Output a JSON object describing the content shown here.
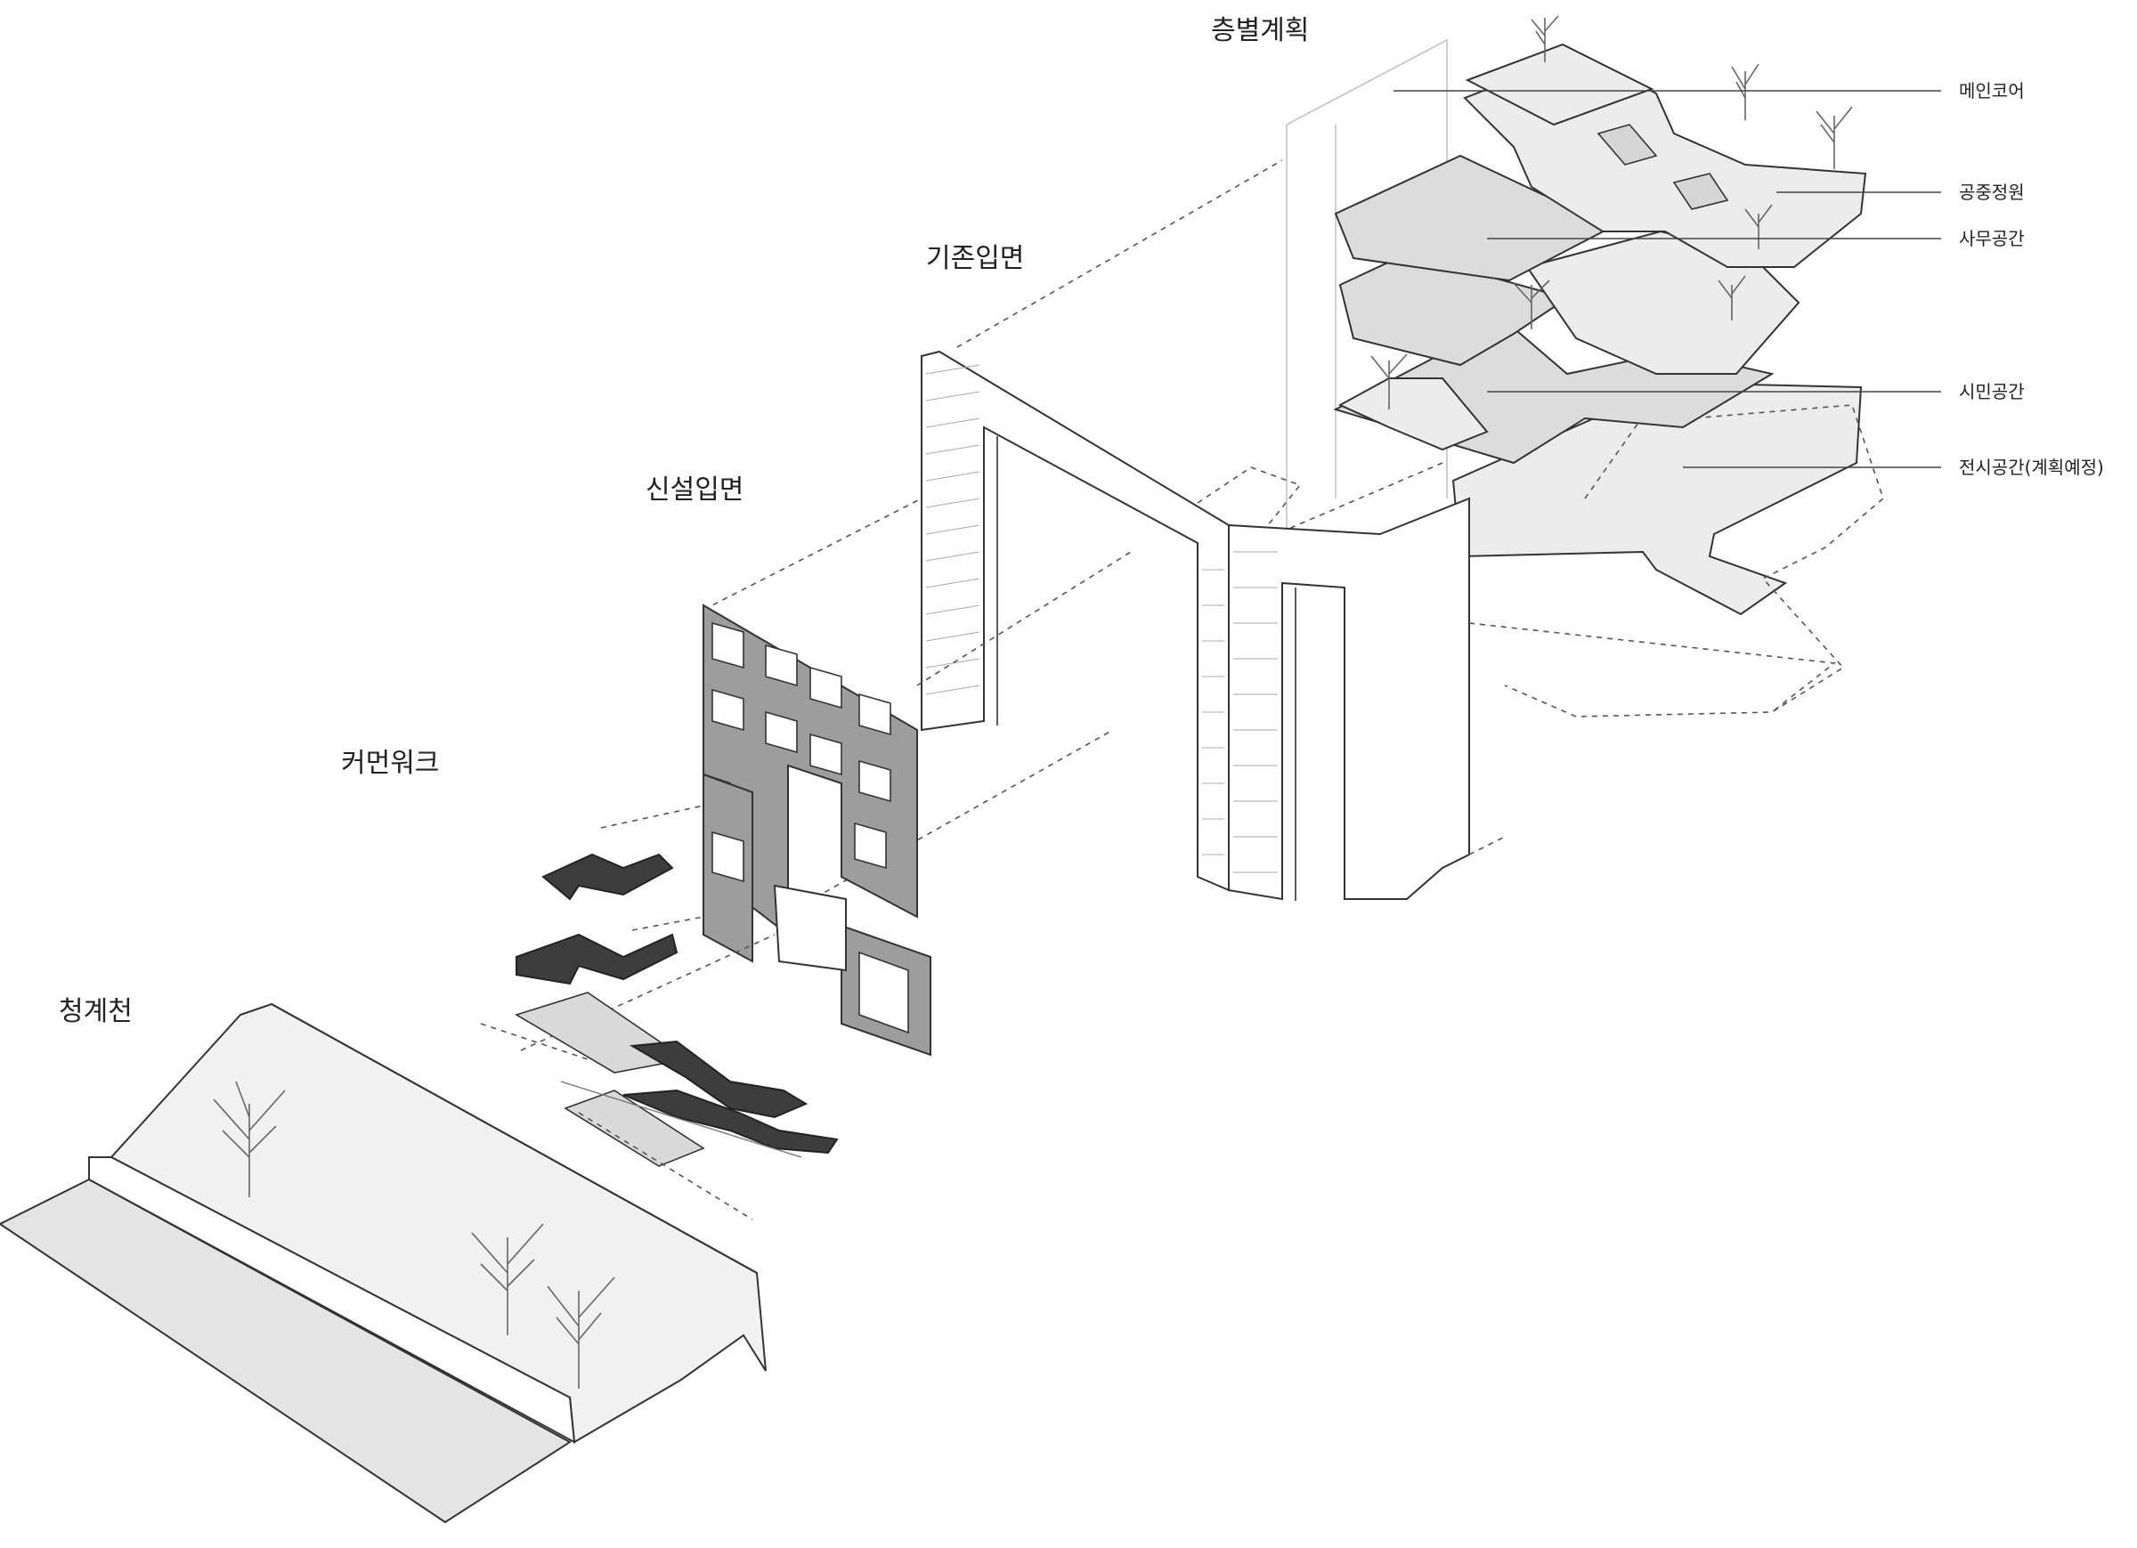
{
  "title": "층별계획",
  "sections": {
    "existing_facade": "기존입면",
    "new_facade": "신설입면",
    "common_work": "커먼워크",
    "stream": "청계천"
  },
  "layers": [
    {
      "label": "메인코어"
    },
    {
      "label": "공중정원"
    },
    {
      "label": "사무공간"
    },
    {
      "label": "시민공간"
    },
    {
      "label": "전시공간(계획예정)"
    }
  ],
  "colors": {
    "line": "#333333",
    "slab": "#ececec",
    "facade": "#9d9d9d",
    "stair": "#3d3d3d"
  }
}
